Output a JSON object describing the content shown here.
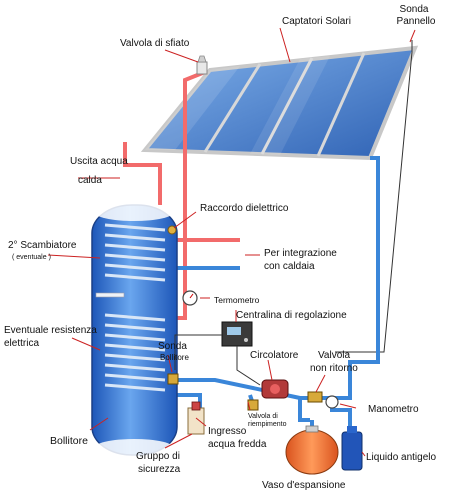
{
  "labels": {
    "captatori_solari": "Captatori Solari",
    "sonda_pannello_1": "Sonda",
    "sonda_pannello_2": "Pannello",
    "valvola_sfiato": "Valvola di sfiato",
    "uscita_acqua_1": "Uscita acqua",
    "uscita_acqua_2": "calda",
    "raccordo_dielettrico": "Raccordo dielettrico",
    "scambiatore_1": "2° Scambiatore",
    "scambiatore_2": "( eventuale )",
    "integrazione_1": "Per integrazione",
    "integrazione_2": "con caldaia",
    "termometro": "Termometro",
    "centralina": "Centralina di regolazione",
    "resistenza_1": "Eventuale resistenza",
    "resistenza_2": "elettrica",
    "sonda_bollitore_1": "Sonda",
    "sonda_bollitore_2": "Bollitore",
    "circolatore": "Circolatore",
    "valvola_non_ritorno_1": "Valvola",
    "valvola_non_ritorno_2": "non ritorno",
    "valvola_riempimento_1": "Valvola di",
    "valvola_riempimento_2": "riempimento",
    "manometro": "Manometro",
    "bollitore": "Bollitore",
    "ingresso_acqua_1": "Ingresso",
    "ingresso_acqua_2": "acqua fredda",
    "gruppo_sicurezza_1": "Gruppo di",
    "gruppo_sicurezza_2": "sicurezza",
    "liquido_antigelo": "Liquido antigelo",
    "vaso_espansione": "Vaso d'espansione"
  },
  "colors": {
    "hot_pipe": "#f26b6b",
    "cold_pipe": "#3a86d9",
    "panel": "#3f79c9",
    "tank": "#2f6fd0",
    "expansion_vessel": "#f07a35",
    "antifreeze": "#2255b8"
  }
}
